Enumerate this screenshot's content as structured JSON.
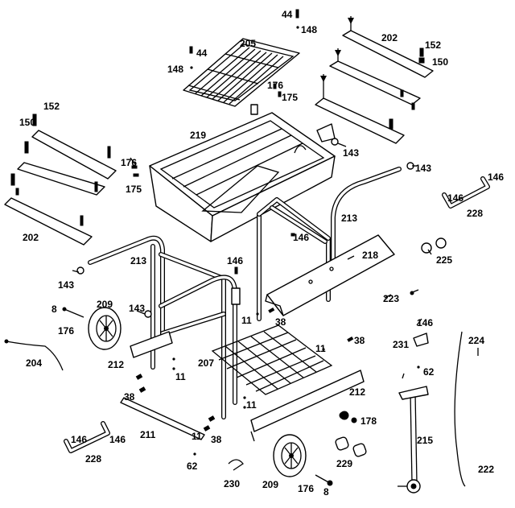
{
  "callouts": [
    {
      "id": "44-top",
      "text": "44"
    },
    {
      "id": "148-top",
      "text": "148"
    },
    {
      "id": "205",
      "text": "205"
    },
    {
      "id": "202-top-right",
      "text": "202"
    },
    {
      "id": "152-right",
      "text": "152"
    },
    {
      "id": "150-right",
      "text": "150"
    },
    {
      "id": "44-left",
      "text": "44"
    },
    {
      "id": "148-left",
      "text": "148"
    },
    {
      "id": "176-grate",
      "text": "176"
    },
    {
      "id": "175-grate",
      "text": "175"
    },
    {
      "id": "152-left",
      "text": "152"
    },
    {
      "id": "150-left",
      "text": "150"
    },
    {
      "id": "219",
      "text": "219"
    },
    {
      "id": "143-center",
      "text": "143"
    },
    {
      "id": "143-right",
      "text": "143"
    },
    {
      "id": "146-rod-right",
      "text": "146"
    },
    {
      "id": "146-handle-right",
      "text": "146"
    },
    {
      "id": "228-right",
      "text": "228"
    },
    {
      "id": "176-left",
      "text": "176"
    },
    {
      "id": "175-left",
      "text": "175"
    },
    {
      "id": "202-left",
      "text": "202"
    },
    {
      "id": "213-right",
      "text": "213"
    },
    {
      "id": "146-center",
      "text": "146"
    },
    {
      "id": "225",
      "text": "225"
    },
    {
      "id": "218",
      "text": "218"
    },
    {
      "id": "213-left",
      "text": "213"
    },
    {
      "id": "146-leg",
      "text": "146"
    },
    {
      "id": "143-left",
      "text": "143"
    },
    {
      "id": "8-left",
      "text": "8"
    },
    {
      "id": "209-left",
      "text": "209"
    },
    {
      "id": "143-axle",
      "text": "143"
    },
    {
      "id": "176-axle",
      "text": "176"
    },
    {
      "id": "223",
      "text": "223"
    },
    {
      "id": "146-knob",
      "text": "146"
    },
    {
      "id": "11-upper",
      "text": "11"
    },
    {
      "id": "38-upper",
      "text": "38"
    },
    {
      "id": "38-right",
      "text": "38"
    },
    {
      "id": "231",
      "text": "231"
    },
    {
      "id": "224",
      "text": "224"
    },
    {
      "id": "204",
      "text": "204"
    },
    {
      "id": "212-left",
      "text": "212"
    },
    {
      "id": "11-mid-right",
      "text": "11"
    },
    {
      "id": "207",
      "text": "207"
    },
    {
      "id": "11-mid-left",
      "text": "11"
    },
    {
      "id": "62-right",
      "text": "62"
    },
    {
      "id": "212-right",
      "text": "212"
    },
    {
      "id": "38-lower-left",
      "text": "38"
    },
    {
      "id": "11-lower",
      "text": "11"
    },
    {
      "id": "178",
      "text": "178"
    },
    {
      "id": "211",
      "text": "211"
    },
    {
      "id": "11-bottom",
      "text": "11"
    },
    {
      "id": "38-bottom",
      "text": "38"
    },
    {
      "id": "215",
      "text": "215"
    },
    {
      "id": "146-handle-left-1",
      "text": "146"
    },
    {
      "id": "146-handle-left-2",
      "text": "146"
    },
    {
      "id": "228-left",
      "text": "228"
    },
    {
      "id": "229",
      "text": "229"
    },
    {
      "id": "62-bottom",
      "text": "62"
    },
    {
      "id": "222",
      "text": "222"
    },
    {
      "id": "230",
      "text": "230"
    },
    {
      "id": "209-bottom",
      "text": "209"
    },
    {
      "id": "176-bottom",
      "text": "176"
    },
    {
      "id": "8-bottom",
      "text": "8"
    }
  ]
}
